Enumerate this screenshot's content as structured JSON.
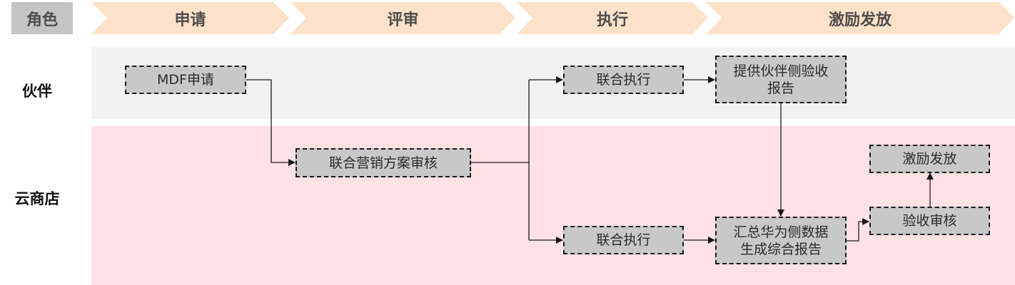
{
  "header": {
    "role_label": "角色",
    "phases": [
      {
        "label": "申请"
      },
      {
        "label": "评审"
      },
      {
        "label": "执行"
      },
      {
        "label": "激励发放"
      }
    ]
  },
  "lanes": [
    {
      "label": "伙伴"
    },
    {
      "label": "云商店"
    }
  ],
  "nodes": {
    "mdf_apply": "MDF申请",
    "plan_review": "联合营销方案审核",
    "partner_execute": "联合执行",
    "partner_report": "提供伙伴侧验收\n报告",
    "store_execute": "联合执行",
    "summary_report": "汇总华为侧数据\n生成综合报告",
    "acceptance_review": "验收审核",
    "incentive_payout": "激励发放"
  },
  "colors": {
    "phase_fill": "#fde1c8",
    "role_fill": "#c4c4c4",
    "partner_lane": "#f2f2f2",
    "store_lane": "#ffe1e6",
    "node_fill": "#c8c8c8",
    "connector": "#1a1a1a"
  }
}
